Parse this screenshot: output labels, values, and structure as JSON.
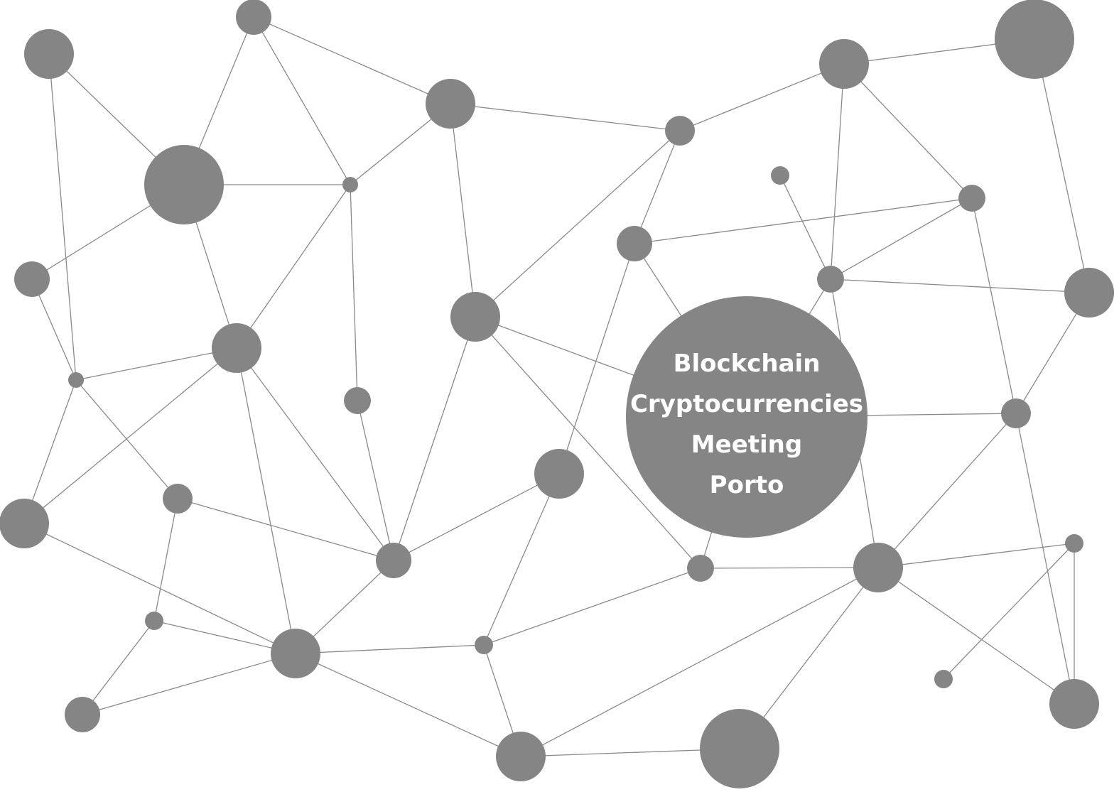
{
  "hub_lines": [
    "Blockchain",
    "Cryptocurrencies",
    "Meeting",
    "Porto"
  ],
  "colors": {
    "node": "#858585",
    "edge": "#8a8a8a",
    "hub_text": "#ffffff",
    "background": "#ffffff"
  }
}
